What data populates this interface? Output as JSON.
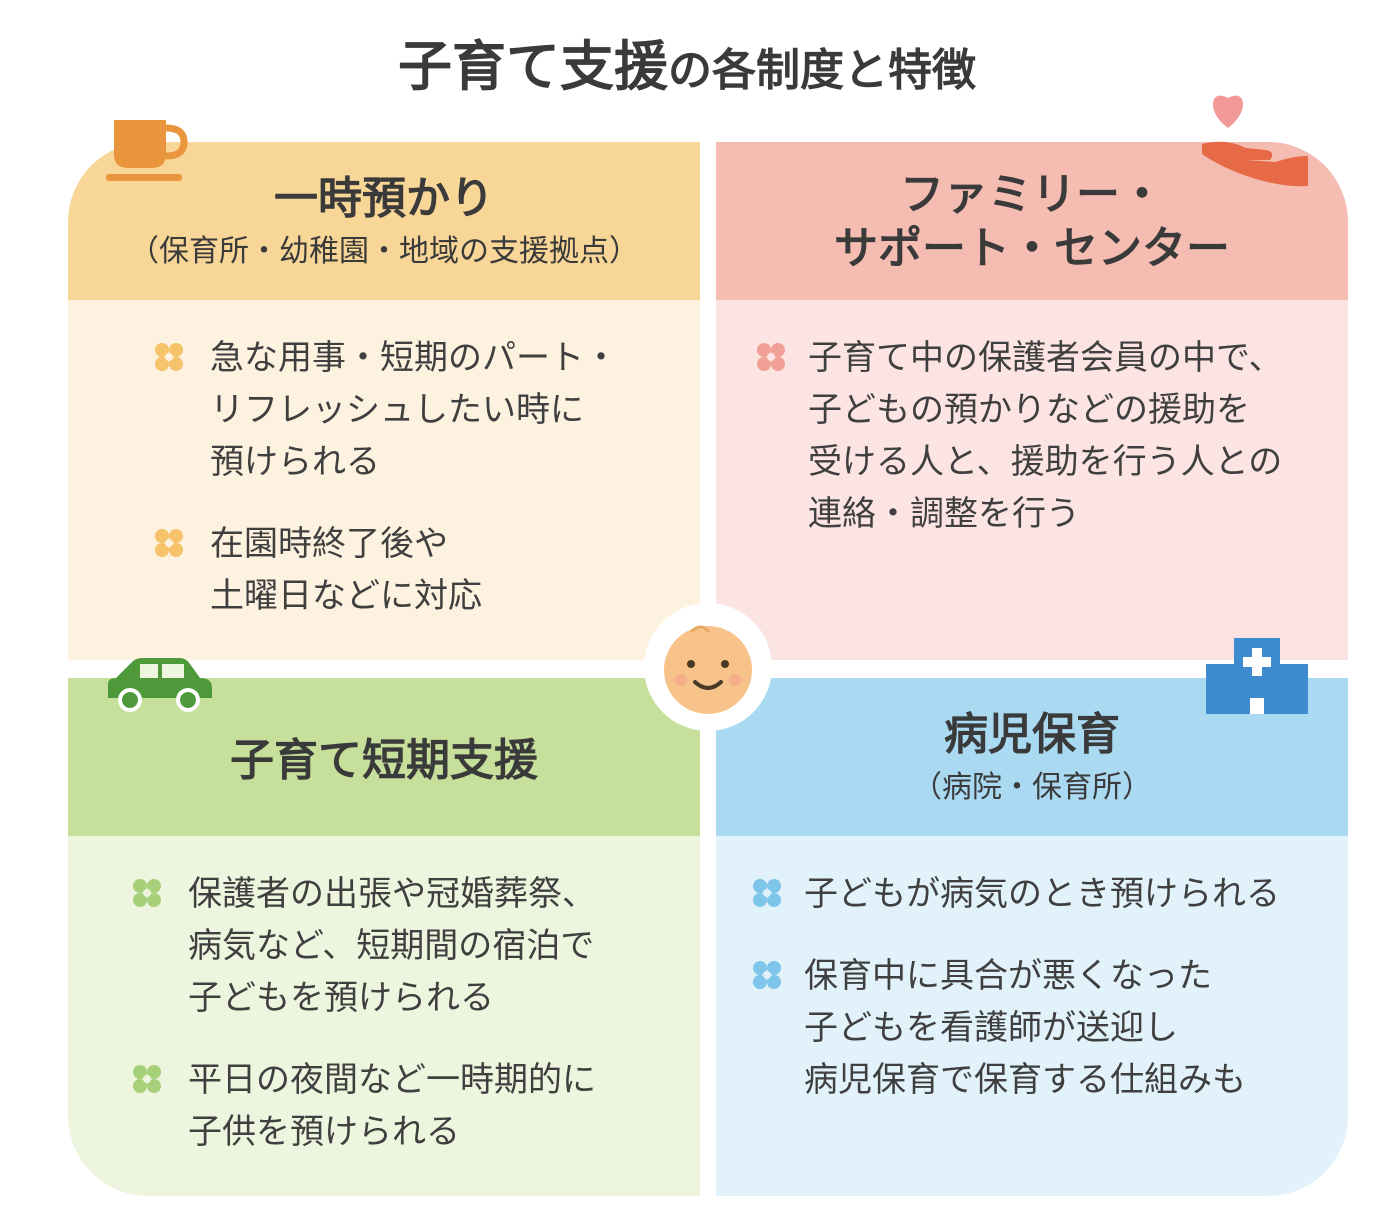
{
  "title": {
    "main": "子育て支援",
    "rest": "の各制度と特徴"
  },
  "colors": {
    "orange_head": "#f8d697",
    "orange_body": "#fdf1df",
    "orange_mark": "#f6c36b",
    "pink_head": "#f5bcb2",
    "pink_body": "#fbe4e2",
    "pink_mark": "#f1a096",
    "green_head": "#c6e09b",
    "green_body": "#edf5df",
    "green_mark": "#a7d07a",
    "blue_head": "#a9daf2",
    "blue_body": "#e2f2fb",
    "blue_mark": "#7ec5ea"
  },
  "panels": {
    "temporary": {
      "title": "一時預かり",
      "subtitle": "（保育所・幼稚園・地域の支援拠点）",
      "icon": "coffee-cup-icon",
      "items": [
        "急な用事・短期のパート・\nリフレッシュしたい時に\n預けられる",
        "在園時終了後や\n土曜日などに対応"
      ]
    },
    "family_support": {
      "title": "ファミリー・\nサポート・センター",
      "icon": "heart-hand-icon",
      "items": [
        "子育て中の保護者会員の中で、\n子どもの預かりなどの援助を\n受ける人と、援助を行う人との\n連絡・調整を行う"
      ]
    },
    "short_term": {
      "title": "子育て短期支援",
      "icon": "car-icon",
      "items": [
        "保護者の出張や冠婚葬祭、\n病気など、短期間の宿泊で\n子どもを預けられる",
        "平日の夜間など一時期的に\n子供を預けられる"
      ]
    },
    "sick_child": {
      "title": "病児保育",
      "subtitle": "（病院・保育所）",
      "icon": "hospital-icon",
      "items": [
        "子どもが病気のとき預けられる",
        "保育中に具合が悪くなった\n子どもを看護師が送迎し\n病児保育で保育する仕組みも"
      ]
    }
  },
  "center_icon": "baby-face-icon"
}
